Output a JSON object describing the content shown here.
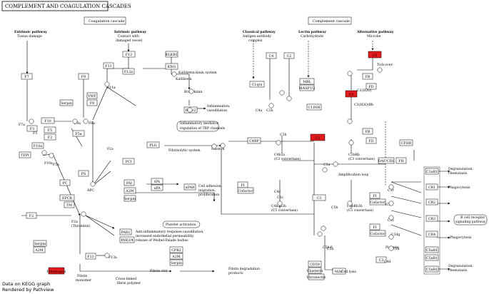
{
  "title": "COMPLEMENT AND COAGULATION CASCADES",
  "footer": [
    "Data on KEGG graph",
    "Rendered by Pathview"
  ],
  "section_titles": [
    "Coagulation cascade",
    "Complement cascade"
  ],
  "pathway_headers": [
    {
      "name": "Extrinsic pathway",
      "sub": [
        "Tissue damage"
      ]
    },
    {
      "name": "Intrinsic pathway",
      "sub": [
        "Contact with",
        "damaged vessel"
      ]
    },
    {
      "name": "Classical pathway",
      "sub": [
        "Antigen-antibody",
        "complex"
      ]
    },
    {
      "name": "Lectin pathway",
      "sub": [
        "Carbohydrate"
      ]
    },
    {
      "name": "Alternative pathway",
      "sub": [
        "Microbe"
      ]
    }
  ],
  "genes": [
    "F7",
    "F12",
    "KLKB1",
    "F11",
    "F12a",
    "KNG",
    "F9",
    "F10",
    "Serpin",
    "VWF",
    "F8",
    "F3",
    "TFPI",
    "F10a",
    "F5",
    "F2",
    "F5a",
    "PCI",
    "PS",
    "PC",
    "PLG",
    "PAI",
    "tPA",
    "A2M",
    "uPA",
    "Serpin",
    "uPAR",
    "EPCR",
    "TM",
    "F2",
    "Serpin",
    "A2M",
    "PAR1",
    "PAR3/4",
    "F13",
    "CPB2",
    "A2M",
    "Serpin",
    "Fibrinogen",
    "B1R/2",
    "C1qrs",
    "C4",
    "C2",
    "MBL",
    "MASP1/2",
    "C1INH",
    "C3",
    "C5",
    "C4BP",
    "FI",
    "Cofactor",
    "C3",
    "FB",
    "FD",
    "FB",
    "FD",
    "CFHR",
    "DAF/CR1",
    "FH",
    "C3aR1",
    "C5aR1",
    "CD59",
    "Clusterin",
    "Vitronectin",
    "MAC",
    "CR1",
    "CR2",
    "FI",
    "Cofactor",
    "FI",
    "Cofactor",
    "C3",
    "CR3",
    "CR4",
    "C5aR1",
    "C5aR1"
  ],
  "highlighted": [
    "C5",
    "C3",
    "C3",
    "Fibrinogen"
  ],
  "node_labels": [
    "Bradykinin",
    "C4a",
    "C2b",
    "C4b2a",
    "(C3 convertase)",
    "C3b",
    "C3bBb",
    "(C3 convertase)",
    "C4b2a3b",
    "(C5 convertase)",
    "C3bBb3b",
    "(C5 convertase)",
    "C3a",
    "C5a",
    "C5b",
    "C4d",
    "C3dg",
    "C3d",
    "C3f",
    "iC3b",
    "C3c",
    "C5b-9",
    "C3(H2O)",
    "C3(H2O)Bb",
    "Kallikrein",
    "F11a",
    "F9a",
    "F8a",
    "F7a",
    "F3",
    "F10a",
    "F5a",
    "F2a",
    "(Thrombin)",
    "APC",
    "F13a",
    "Fibrin",
    "monomer",
    "Plasmin",
    "Plasmin",
    "C4c",
    "Tick-over",
    "C3c",
    "F2a"
  ],
  "annotations": [
    "Kallikrein-kinin system",
    "Inflammation,",
    "vasodilation",
    "Inflammatory mediator",
    "regulation of TRP channels",
    "Fibrinolytic system",
    "Cell adhesion,",
    "migration,",
    "proliferation",
    "Platelet activation",
    "Anti-inflammatory response,vasodilation,",
    "increased endothelial permeability,",
    "release of Weibel-Palade bodies",
    "Cross-linked",
    "fibrin polymer",
    "Fibrin clot",
    "Fibrin degradation",
    "products",
    "Amplification loop",
    "Degranulation,",
    "chemotaxis",
    "Phagocytosis",
    "B cell receptor",
    "signaling pathway",
    "Phagocytosis",
    "Degranulation,",
    "chemotaxis",
    "Cell lysis"
  ]
}
